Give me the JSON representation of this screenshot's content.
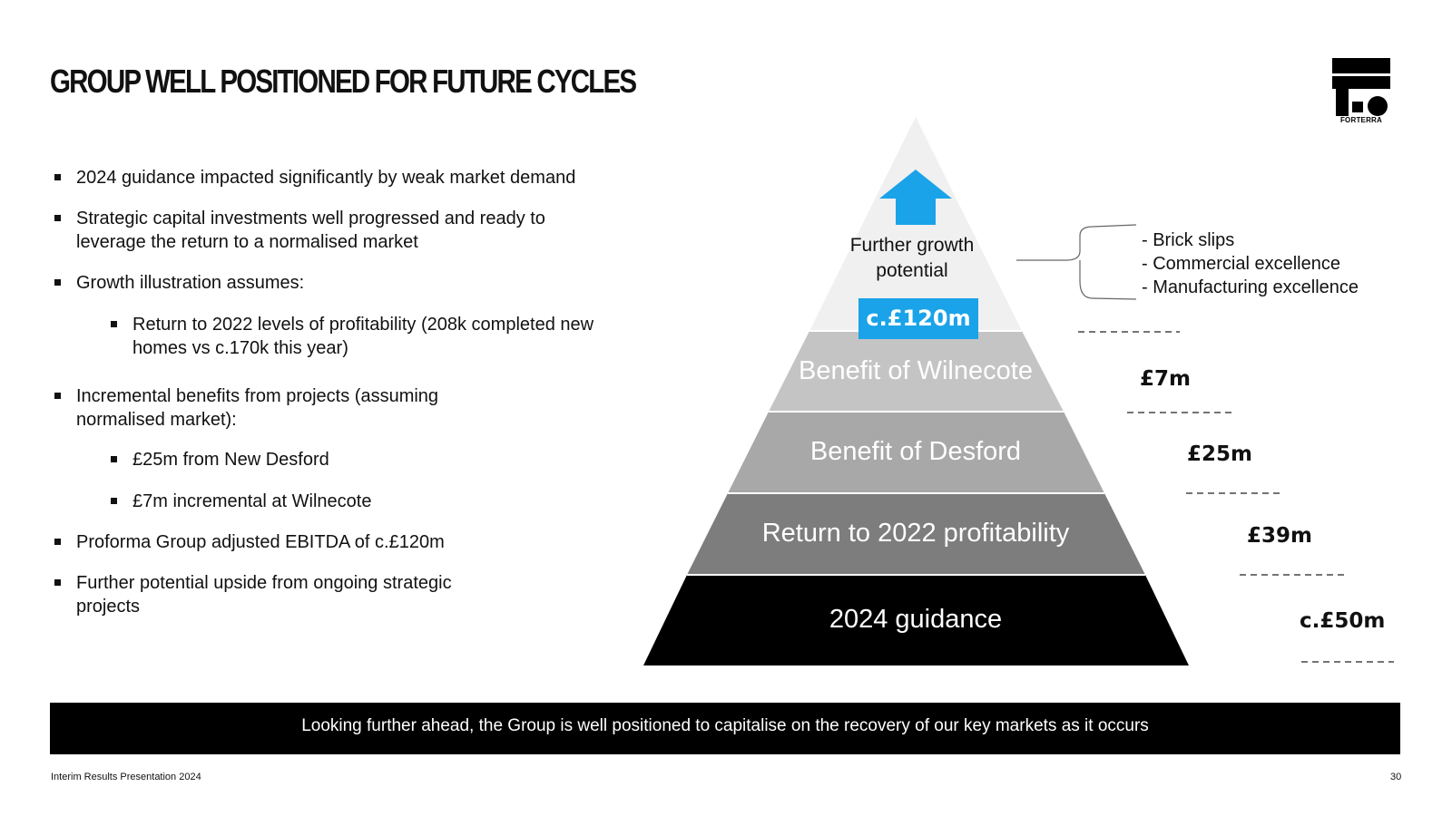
{
  "slide": {
    "title": "GROUP WELL POSITIONED FOR FUTURE CYCLES",
    "logo": {
      "name": "FORTERRA",
      "icon": "forterra-logo"
    }
  },
  "bullets": [
    {
      "level": 1,
      "text": "2024 guidance impacted significantly by weak market demand"
    },
    {
      "level": 1,
      "text": "Strategic capital investments well progressed and ready to leverage the return to a normalised market"
    },
    {
      "level": 1,
      "text": "Growth illustration assumes:"
    },
    {
      "level": 2,
      "text": "Return to 2022 levels of profitability (208k completed new homes vs c.170k this year)"
    },
    {
      "level": 1,
      "text": "Incremental benefits from projects (assuming normalised market):"
    },
    {
      "level": 2,
      "text": "£25m from New Desford"
    },
    {
      "level": 2,
      "text": "£7m incremental at Wilnecote"
    },
    {
      "level": 1,
      "text": "Proforma Group adjusted EBITDA of c.£120m"
    },
    {
      "level": 1,
      "text": "Further potential upside from ongoing strategic projects"
    }
  ],
  "pyramid": {
    "top": {
      "label": "Further growth potential",
      "value": "c.£120m",
      "arrow_icon": "up-arrow-icon",
      "arrow_color": "#1aa3e8",
      "drivers": [
        "- Brick slips",
        "- Commercial excellence",
        "- Manufacturing excellence"
      ]
    },
    "tiers": [
      {
        "label": "Benefit of Wilnecote",
        "amount": "£7m",
        "color": "#c4c4c4"
      },
      {
        "label": "Benefit of Desford",
        "amount": "£25m",
        "color": "#a8a8a8"
      },
      {
        "label": "Return to 2022 profitability",
        "amount": "£39m",
        "color": "#7d7d7d"
      },
      {
        "label": "2024 guidance",
        "amount": "c.£50m",
        "color": "#000000"
      }
    ]
  },
  "banner": {
    "text": "Looking further ahead, the Group is well positioned to capitalise on the recovery of our key markets as it occurs"
  },
  "footer": {
    "left": "Interim Results Presentation 2024",
    "page_number": "30"
  }
}
